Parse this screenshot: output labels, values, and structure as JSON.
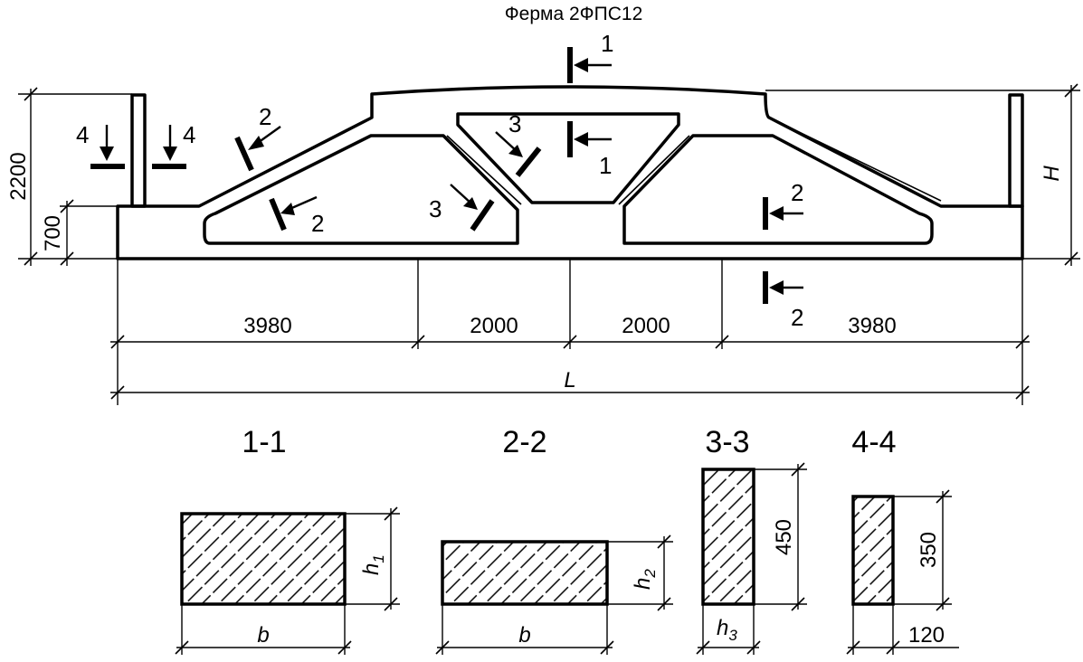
{
  "title": "Ферма 2ФПС12",
  "dimensions": {
    "left_height_total": "2200",
    "left_height_lower": "700",
    "right_height": "H",
    "spans": [
      "3980",
      "2000",
      "2000",
      "3980"
    ],
    "total_length": "L"
  },
  "section_markers": {
    "m1_top": "1",
    "m1_bottom": "1",
    "m2_left_top": "2",
    "m2_left_bottom": "2",
    "m2_right_upper": "2",
    "m2_right_lower": "2",
    "m3_upper": "3",
    "m3_lower": "3",
    "m4_left": "4",
    "m4_right": "4"
  },
  "sections": [
    {
      "title": "1-1",
      "height_label": "h",
      "height_sub": "1",
      "width_label": "b",
      "width_sub": ""
    },
    {
      "title": "2-2",
      "height_label": "h",
      "height_sub": "2",
      "width_label": "b",
      "width_sub": ""
    },
    {
      "title": "3-3",
      "height_label": "450",
      "height_sub": "",
      "width_label": "h",
      "width_sub": "3"
    },
    {
      "title": "4-4",
      "height_label": "350",
      "height_sub": "",
      "width_label": "120",
      "width_sub": ""
    }
  ]
}
